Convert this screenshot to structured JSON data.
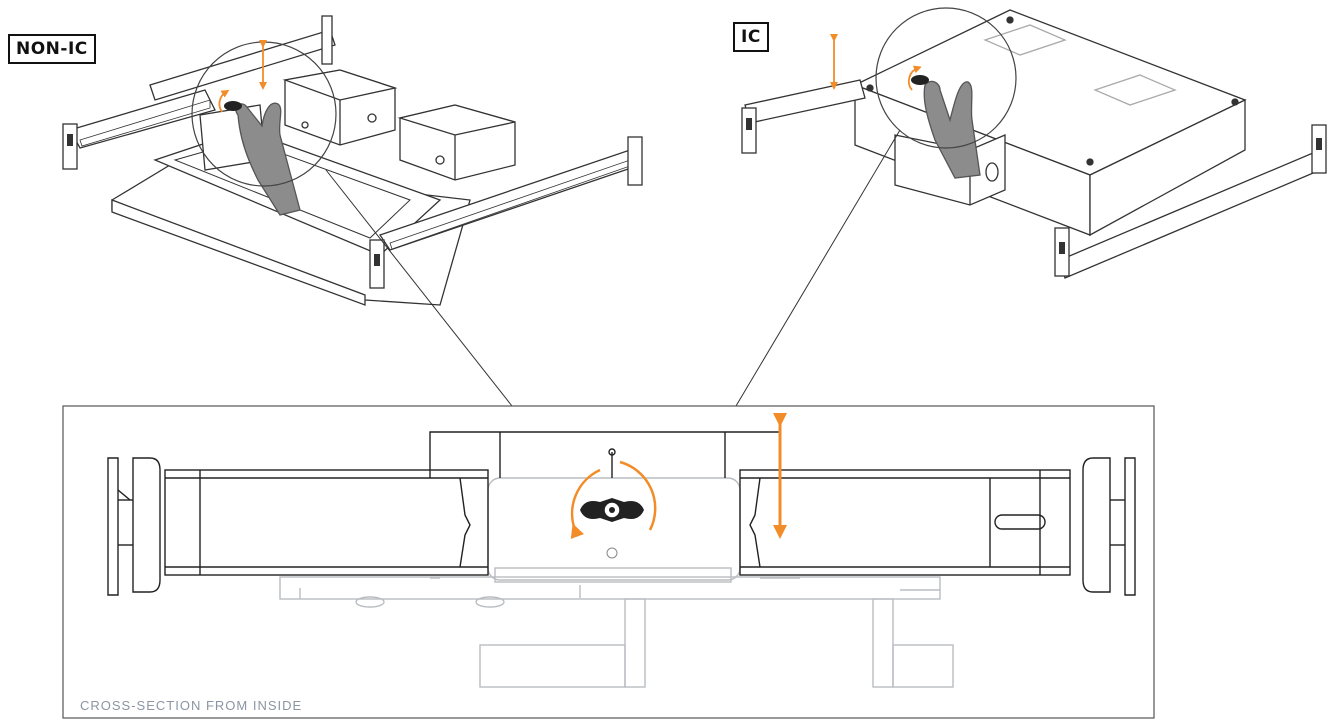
{
  "labels": {
    "non_ic": "NON-IC",
    "ic": "IC",
    "cross_section_caption": "CROSS-SECTION FROM INSIDE"
  },
  "colors": {
    "accent_arrow": "#f28c28",
    "line": "#333333",
    "light_line": "#b9bdc2",
    "hand_fill": "#8c8c8c",
    "caption": "#8a96a3"
  },
  "icons": {
    "rotate": "curved-arrow-icon",
    "vertical": "double-arrow-icon",
    "knob": "wing-knob-icon",
    "hand": "hand-icon"
  }
}
